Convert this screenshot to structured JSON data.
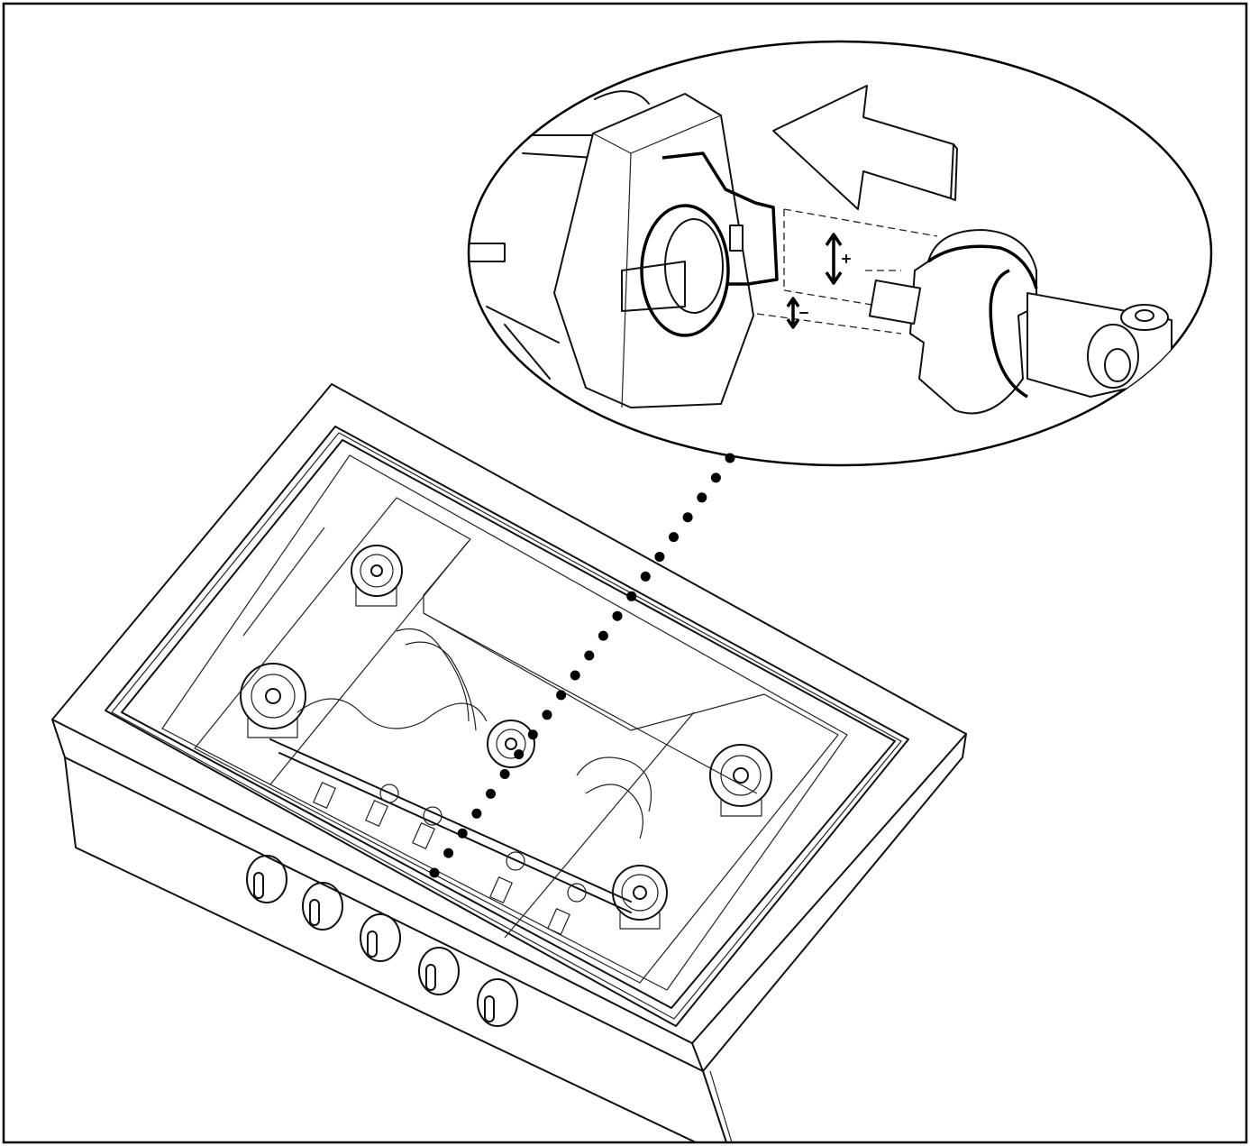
{
  "figure": {
    "frame": "border",
    "callout_dots": 22,
    "burners": 5,
    "knobs": 5,
    "colors": {
      "line": "#111111",
      "background": "#ffffff"
    }
  },
  "detail_view": {
    "arrow_direction": "left",
    "align_marks": [
      "double-arrow-vertical-icon",
      "double-arrow-vertical-icon"
    ]
  }
}
